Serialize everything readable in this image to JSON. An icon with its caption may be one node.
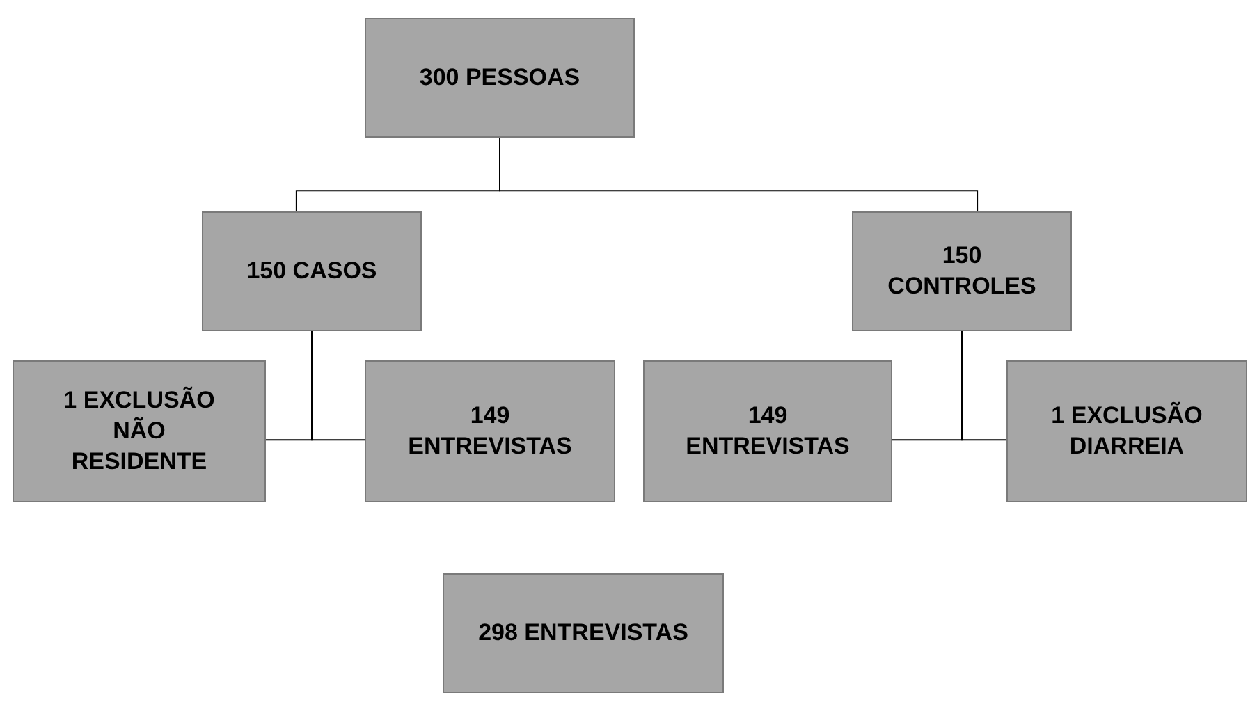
{
  "diagram": {
    "nodes": [
      {
        "text": [
          "300 PESSOAS"
        ]
      },
      {
        "text": [
          "150 CASOS"
        ]
      },
      {
        "text": [
          "150 CONTROLES"
        ]
      },
      {
        "text": [
          "1 EXCLUSÃO NÃO RESIDENTE"
        ]
      },
      {
        "text": [
          "149 ENTREVISTAS"
        ]
      },
      {
        "text": [
          "149 ENTREVISTAS"
        ]
      },
      {
        "text": [
          "1 EXCLUSÃO DIARREIA"
        ]
      },
      {
        "text": [
          "298 ENTREVISTAS"
        ]
      }
    ],
    "edges": [
      {
        "from": 0,
        "to": 1,
        "arrow": "none"
      },
      {
        "from": 0,
        "to": 2,
        "arrow": "none"
      },
      {
        "from": 1,
        "to": 3,
        "arrow": "none"
      },
      {
        "from": 1,
        "to": 4,
        "arrow": "none"
      },
      {
        "from": 2,
        "to": 5,
        "arrow": "none"
      },
      {
        "from": 2,
        "to": 6,
        "arrow": "none"
      }
    ]
  }
}
